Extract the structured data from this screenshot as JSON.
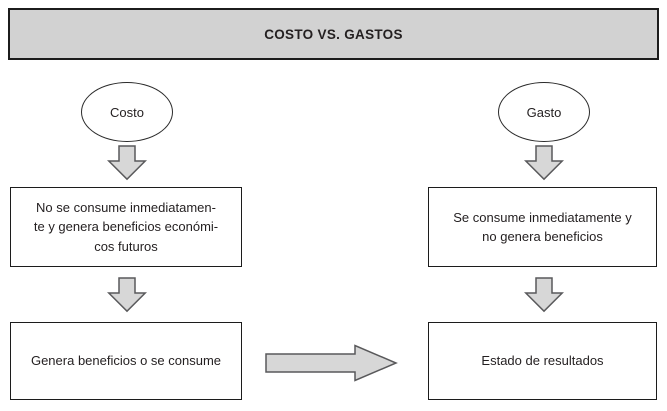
{
  "header": {
    "title": "COSTO VS. GASTOS"
  },
  "flowchart": {
    "left_column": {
      "oval_label": "Costo",
      "top_box": "No se consume inmediatamen-\nte y genera beneficios económi-\ncos futuros",
      "bottom_box": "Genera beneficios o se consume"
    },
    "right_column": {
      "oval_label": "Gasto",
      "top_box": "Se consume inmediatamente y\nno genera beneficios",
      "bottom_box": "Estado de resultados"
    },
    "connectors": {
      "left_oval_to_top_box": "down-arrow",
      "left_top_box_to_bottom_box": "down-arrow",
      "right_oval_to_top_box": "down-arrow",
      "right_top_box_to_bottom_box": "down-arrow",
      "left_bottom_box_to_right_bottom_box": "right-arrow"
    }
  },
  "colors": {
    "header_bg": "#d2d2d2",
    "box_bg": "#ffffff",
    "border": "#1c1c1c",
    "text": "#231f20",
    "arrow_fill": "#d7d7d7",
    "arrow_stroke": "#59595b"
  }
}
